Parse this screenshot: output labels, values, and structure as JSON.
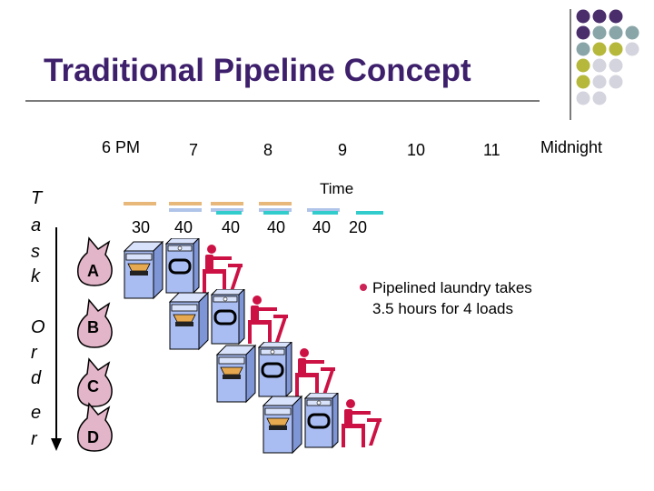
{
  "slide": {
    "title": "Traditional Pipeline Concept",
    "timeline": {
      "labels": [
        "6 PM",
        "7",
        "8",
        "9",
        "10",
        "11",
        "Midnight"
      ],
      "axis_label": "Time",
      "durations": [
        "30",
        "40",
        "40",
        "40",
        "40",
        "20"
      ]
    },
    "axis_letters": [
      "T",
      "a",
      "s",
      "k",
      "O",
      "r",
      "d",
      "e",
      "r"
    ],
    "tasks": [
      "A",
      "B",
      "C",
      "D"
    ],
    "note": {
      "line1": "Pipelined laundry takes",
      "line2": "3.5 hours for 4 loads"
    },
    "colors": {
      "title": "#3d1f6b",
      "wash": "#e8b77a",
      "dry": "#b0c4ea",
      "fold": "#33cccc",
      "bag": "#e3b5c8",
      "washer": "#a9bdf2",
      "person": "#cc1144",
      "decor_purple": "#4a2d6b",
      "decor_teal": "#8aa5a8",
      "decor_olive": "#b5b83a",
      "decor_gray": "#d4d4de"
    }
  }
}
